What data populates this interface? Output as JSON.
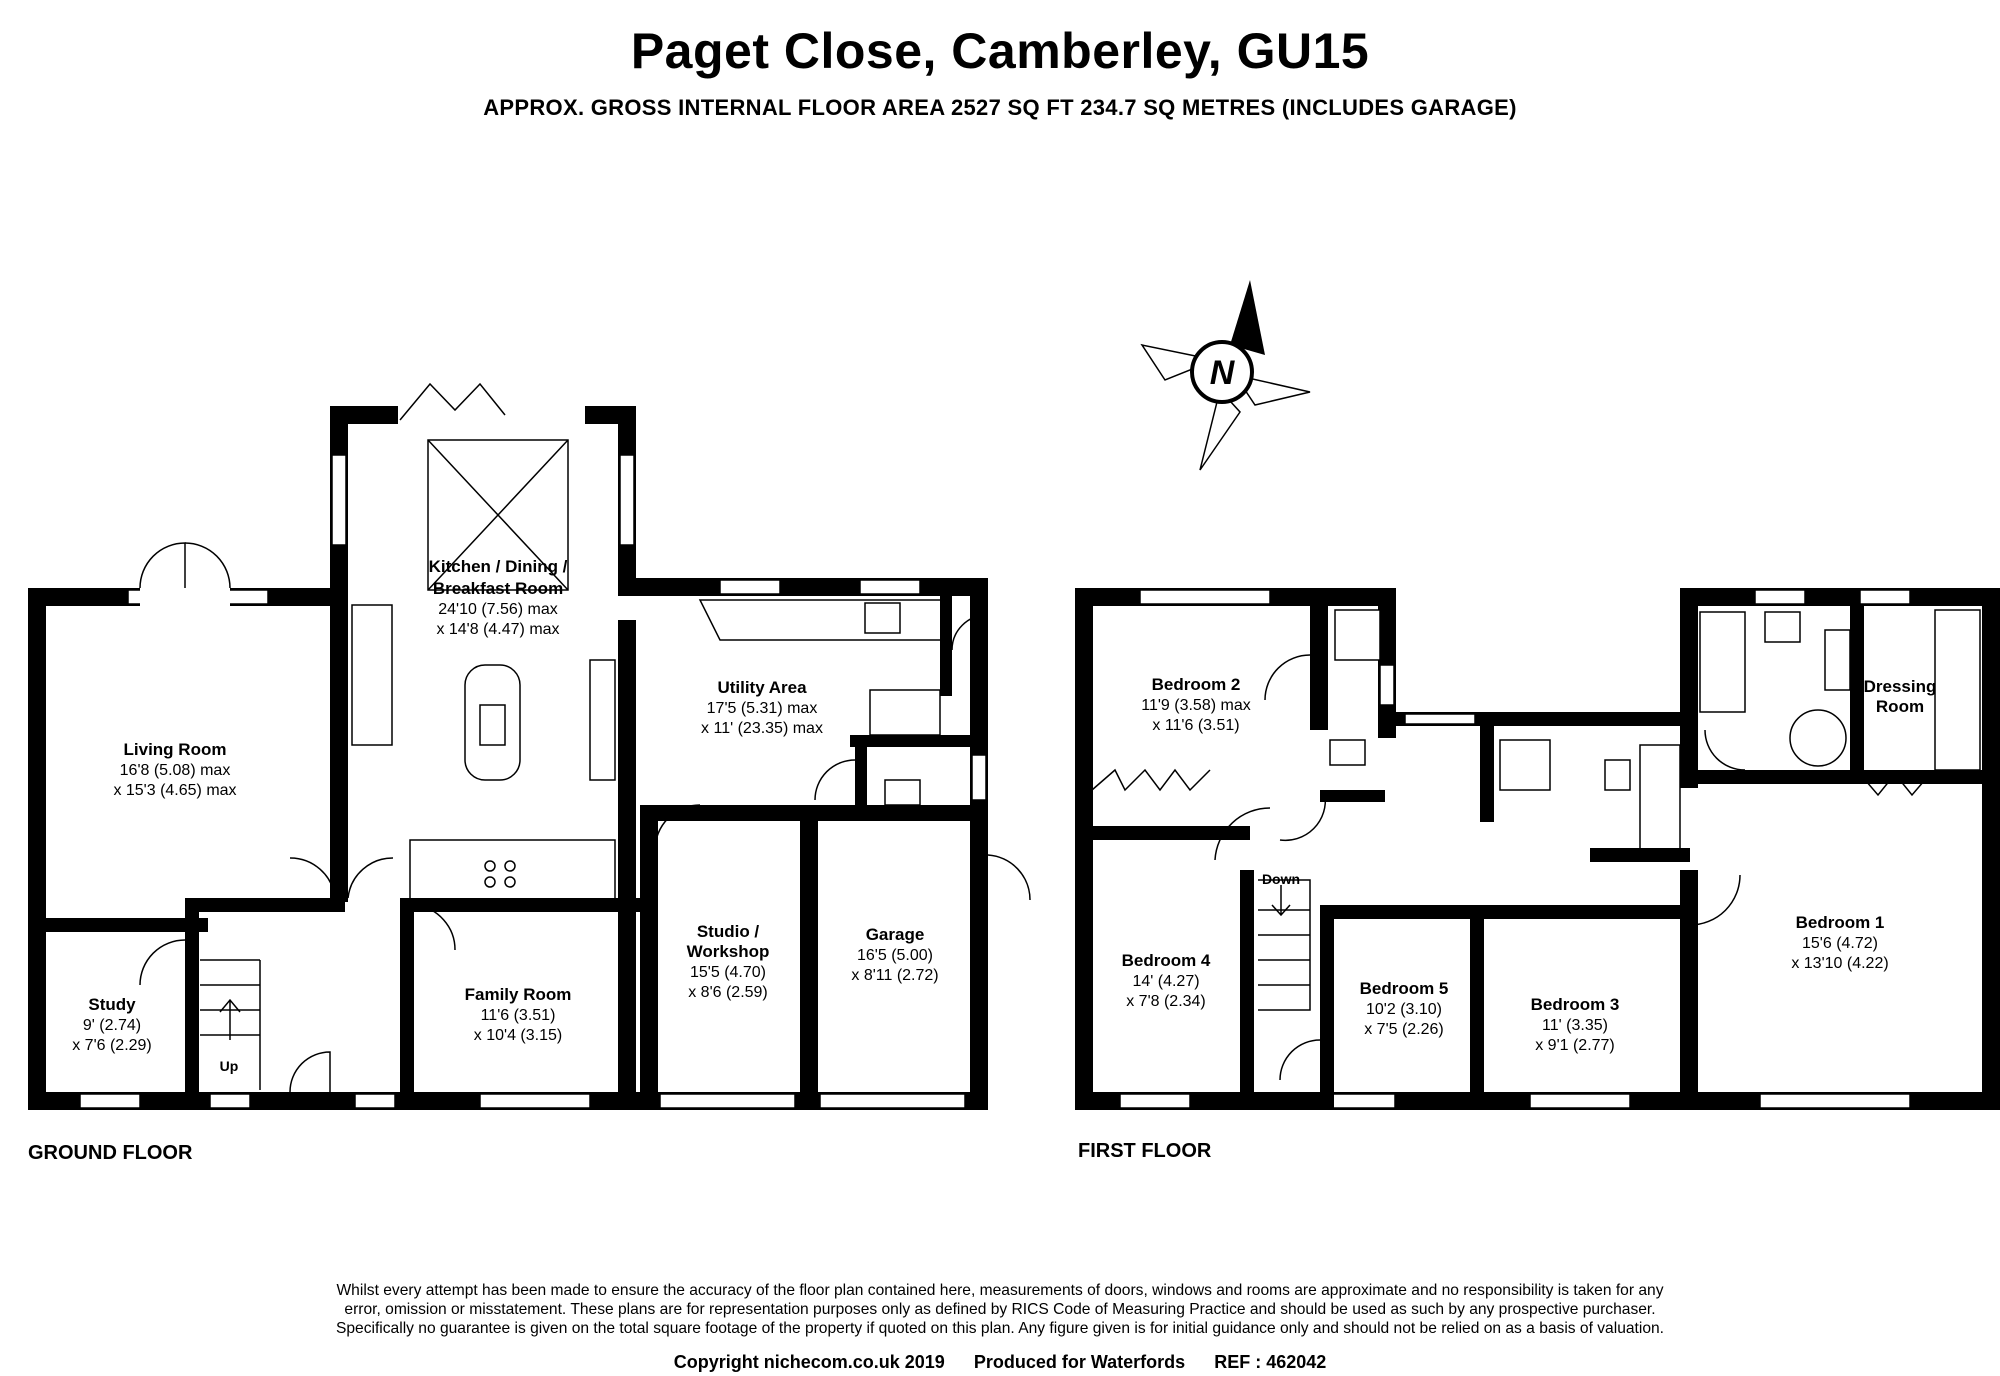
{
  "header": {
    "title": "Paget Close, Camberley, GU15",
    "subtitle": "APPROX. GROSS INTERNAL FLOOR AREA 2527 SQ FT 234.7 SQ METRES (INCLUDES GARAGE)"
  },
  "floors": {
    "ground_label": "GROUND FLOOR",
    "first_label": "FIRST FLOOR"
  },
  "compass": {
    "letter": "N"
  },
  "rooms": {
    "kitchen": {
      "name1": "Kitchen / Dining /",
      "name2": "Breakfast Room",
      "dim1": "24'10 (7.56) max",
      "dim2": "x 14'8 (4.47) max"
    },
    "living": {
      "name": "Living Room",
      "dim1": "16'8 (5.08) max",
      "dim2": "x 15'3 (4.65) max"
    },
    "utility": {
      "name": "Utility Area",
      "dim1": "17'5 (5.31) max",
      "dim2": "x 11' (23.35) max"
    },
    "study": {
      "name": "Study",
      "dim1": "9' (2.74)",
      "dim2": "x 7'6 (2.29)"
    },
    "family": {
      "name": "Family Room",
      "dim1": "11'6 (3.51)",
      "dim2": "x 10'4 (3.15)"
    },
    "studio": {
      "name1": "Studio /",
      "name2": "Workshop",
      "dim1": "15'5 (4.70)",
      "dim2": "x 8'6 (2.59)"
    },
    "garage": {
      "name": "Garage",
      "dim1": "16'5 (5.00)",
      "dim2": "x 8'11 (2.72)"
    },
    "bedroom2": {
      "name": "Bedroom 2",
      "dim1": "11'9 (3.58) max",
      "dim2": "x 11'6 (3.51)"
    },
    "bedroom4": {
      "name": "Bedroom 4",
      "dim1": "14' (4.27)",
      "dim2": "x 7'8 (2.34)"
    },
    "bedroom5": {
      "name": "Bedroom 5",
      "dim1": "10'2 (3.10)",
      "dim2": "x 7'5 (2.26)"
    },
    "bedroom3": {
      "name": "Bedroom 3",
      "dim1": "11' (3.35)",
      "dim2": "x 9'1 (2.77)"
    },
    "bedroom1": {
      "name": "Bedroom 1",
      "dim1": "15'6 (4.72)",
      "dim2": "x 13'10 (4.22)"
    },
    "dressing": {
      "name1": "Dressing",
      "name2": "Room"
    }
  },
  "stairs": {
    "up": "Up",
    "down": "Down"
  },
  "disclaimer": {
    "line1": "Whilst every attempt has been made to ensure the accuracy of the floor plan contained here, measurements of doors, windows and rooms are approximate and no responsibility is taken for any",
    "line2": "error, omission or misstatement. These plans are for representation purposes only as defined by RICS Code of Measuring Practice and should be used as such by any prospective purchaser.",
    "line3": "Specifically no guarantee is given on the total square footage of the property if quoted on this plan. Any figure given is for initial guidance only and should not be relied on as a basis of valuation."
  },
  "footer": {
    "copyright": "Copyright nichecom.co.uk 2019",
    "produced": "Produced for Waterfords",
    "ref": "REF : 462042"
  }
}
